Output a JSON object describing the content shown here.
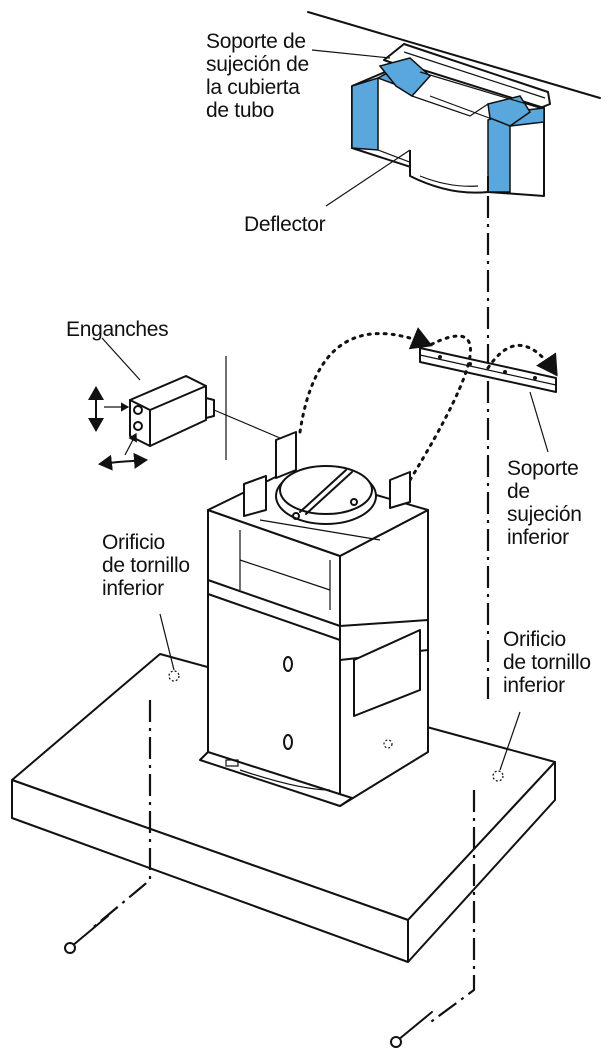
{
  "labels": {
    "pipe_cover_bracket": "Soporte de\nsujeción de\nla cubierta\nde tubo",
    "deflector": "Deflector",
    "hooks": "Enganches",
    "lower_bracket": "Soporte\nde\nsujeción\ninferior",
    "lower_screw_hole_left": "Orificio\nde tornillo\ninferior",
    "lower_screw_hole_right": "Orificio\nde tornillo\ninferior"
  },
  "colors": {
    "bracket_highlight": "#5aa7dd",
    "ink": "#111111",
    "background": "#ffffff"
  }
}
